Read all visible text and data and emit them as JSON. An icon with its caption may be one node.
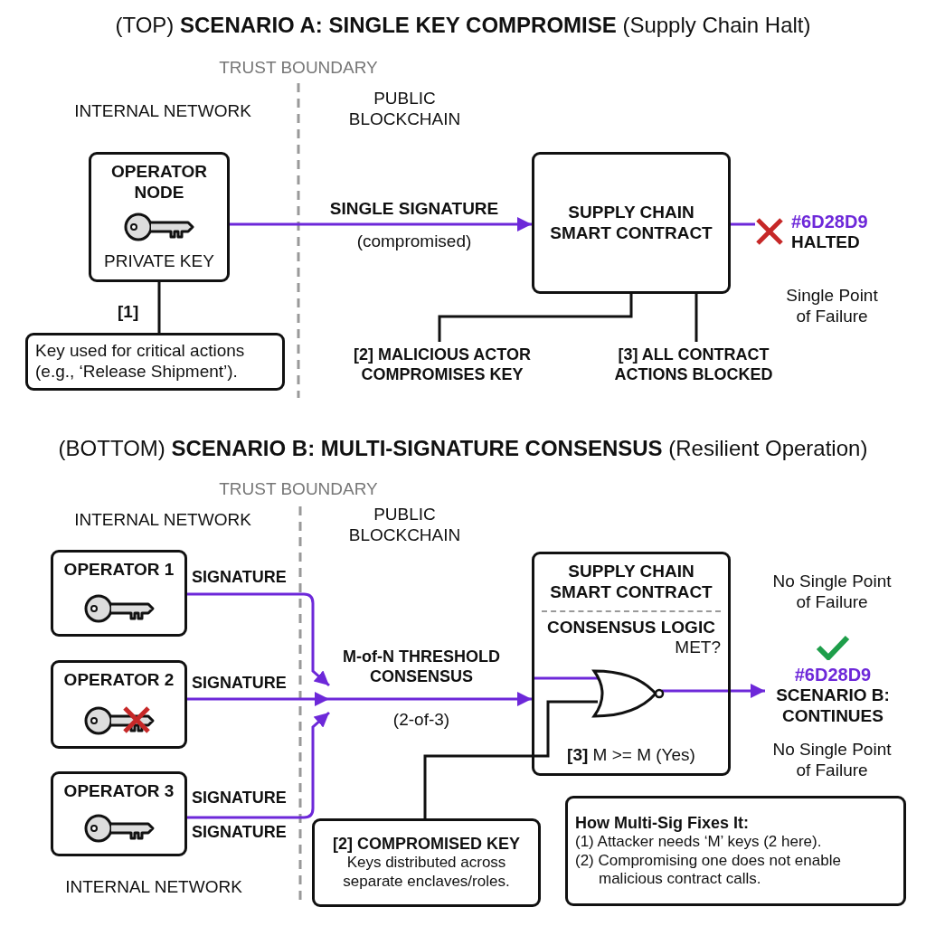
{
  "diagram": {
    "title": "(TOP) **SCENARIO A: SINGLE KEY COMPROMISE** (Supply Chain Halt)",
    "nodes": [
      {
        "text": [
          "OPERATOR NODE",
          "PRIVATE KEY"
        ]
      },
      {
        "text": [
          "Key used for critical actions (e.g., ‘Release Shipment’)."
        ]
      },
      {
        "text": [
          "SUPPLY CHAIN SMART CONTRACT"
        ]
      },
      {
        "text": [
          "#6D28D9",
          "HALTED"
        ]
      },
      {
        "text": [
          "[2] MALICIOUS ACTOR COMPROMISES KEY"
        ]
      },
      {
        "text": [
          "[3] ALL CONTRACT ACTIONS BLOCKED"
        ]
      },
      {
        "text": [
          "OPERATOR 1"
        ]
      },
      {
        "text": [
          "OPERATOR 2"
        ]
      },
      {
        "text": [
          "OPERATOR 3"
        ]
      },
      {
        "text": [
          "M-of-N THRESHOLD CONSENSUS",
          "(2-of-3)"
        ]
      },
      {
        "text": [
          "SUPPLY CHAIN SMART CONTRACT",
          "CONSENSUS LOGIC",
          "MET?",
          "**[3]** M >= M (Yes)"
        ]
      },
      {
        "text": [],
        "shape": "gate",
        "in": 10
      },
      {
        "text": [
          "[2] COMPROMISED KEY",
          "Keys distributed across separate enclaves/roles."
        ]
      },
      {
        "text": [
          "#6D28D9",
          "SCENARIO B: CONTINUES"
        ]
      },
      {
        "text": [
          "How Multi-Sig Fixes It:",
          "(1) Attacker needs ‘M’ keys (2 here).",
          "(2) Compromising one does not enable malicious contract calls."
        ]
      }
    ],
    "edges": [
      {
        "from": 0,
        "to": 1,
        "arrow": "none",
        "label": "[1]",
        "color": "#111111"
      },
      {
        "from": 0,
        "to": 2,
        "arrow": "to",
        "label": "**SINGLE SIGNATURE** (compromised)",
        "color": "#6d28d9"
      },
      {
        "from": 2,
        "to": 3,
        "arrow": "none",
        "color": "#6d28d9"
      },
      {
        "from": 4,
        "to": 2,
        "arrow": "none",
        "color": "#111111"
      },
      {
        "from": 5,
        "to": 2,
        "arrow": "none",
        "color": "#111111"
      },
      {
        "from": 6,
        "to": 9,
        "arrow": "to",
        "label": "SIGNATURE",
        "color": "#6d28d9"
      },
      {
        "from": 7,
        "to": 9,
        "arrow": "to",
        "label": "SIGNATURE",
        "color": "#6d28d9"
      },
      {
        "from": 8,
        "to": 9,
        "arrow": "to",
        "label": "SIGNATURE",
        "color": "#6d28d9"
      },
      {
        "from": 9,
        "to": 10,
        "arrow": "to",
        "color": "#6d28d9"
      },
      {
        "from": 10,
        "to": 11,
        "arrow": "none",
        "color": "#6d28d9"
      },
      {
        "from": 12,
        "to": 11,
        "arrow": "none",
        "color": "#111111"
      },
      {
        "from": 11,
        "to": 13,
        "arrow": "to",
        "color": "#6d28d9"
      }
    ],
    "labels": [
      "TRUST BOUNDARY",
      "INTERNAL NETWORK",
      "PUBLIC BLOCKCHAIN",
      "Single Point of Failure",
      "(BOTTOM) **SCENARIO B: MULTI-SIGNATURE CONSENSUS** (Resilient Operation)",
      "TRUST BOUNDARY",
      "INTERNAL NETWORK",
      "PUBLIC BLOCKCHAIN",
      "No Single Point of Failure",
      "No Single Point of Failure",
      "SIGNATURE",
      "INTERNAL NETWORK"
    ]
  }
}
